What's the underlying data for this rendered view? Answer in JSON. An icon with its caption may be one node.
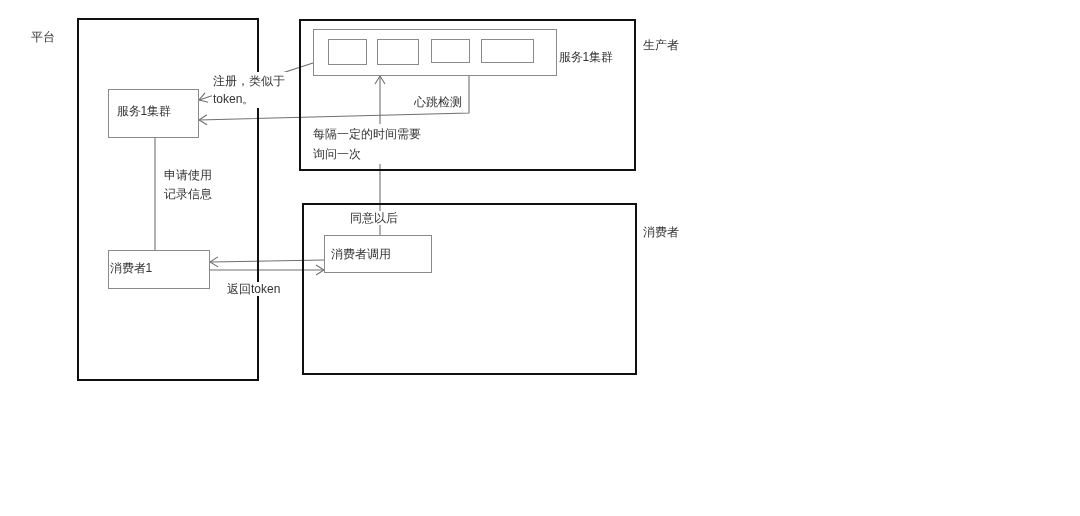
{
  "diagram": {
    "nodes": [
      {
        "text": [
          "平台"
        ]
      },
      {
        "text": [
          "服务1集群"
        ],
        "in": 0
      },
      {
        "text": [
          "消费者1"
        ],
        "in": 0
      },
      {
        "text": [
          "生产者"
        ]
      },
      {
        "text": [
          "服务1集群"
        ],
        "in": 3
      },
      {
        "text": [],
        "shape": "box",
        "in": 4
      },
      {
        "text": [],
        "shape": "box",
        "in": 4
      },
      {
        "text": [],
        "shape": "box",
        "in": 4
      },
      {
        "text": [],
        "shape": "box",
        "in": 4
      },
      {
        "text": [
          "消费者"
        ]
      },
      {
        "text": [
          "消费者调用"
        ],
        "in": 9
      }
    ],
    "edges": [
      {
        "from": 4,
        "to": 1,
        "arrow": "to",
        "label": "注册，类似于token。"
      },
      {
        "from": 4,
        "to": 1,
        "arrow": "to",
        "label": "心跳检测"
      },
      {
        "from": 1,
        "to": 2,
        "arrow": "none",
        "label": "申请使用记录信息"
      },
      {
        "from": 10,
        "to": 2,
        "arrow": "to"
      },
      {
        "from": 2,
        "to": 10,
        "arrow": "to",
        "label": "返回token"
      },
      {
        "from": 10,
        "to": 4,
        "arrow": "to",
        "label": "同意以后"
      }
    ],
    "labels": [
      "每隔一定的时间需要询问一次"
    ]
  }
}
